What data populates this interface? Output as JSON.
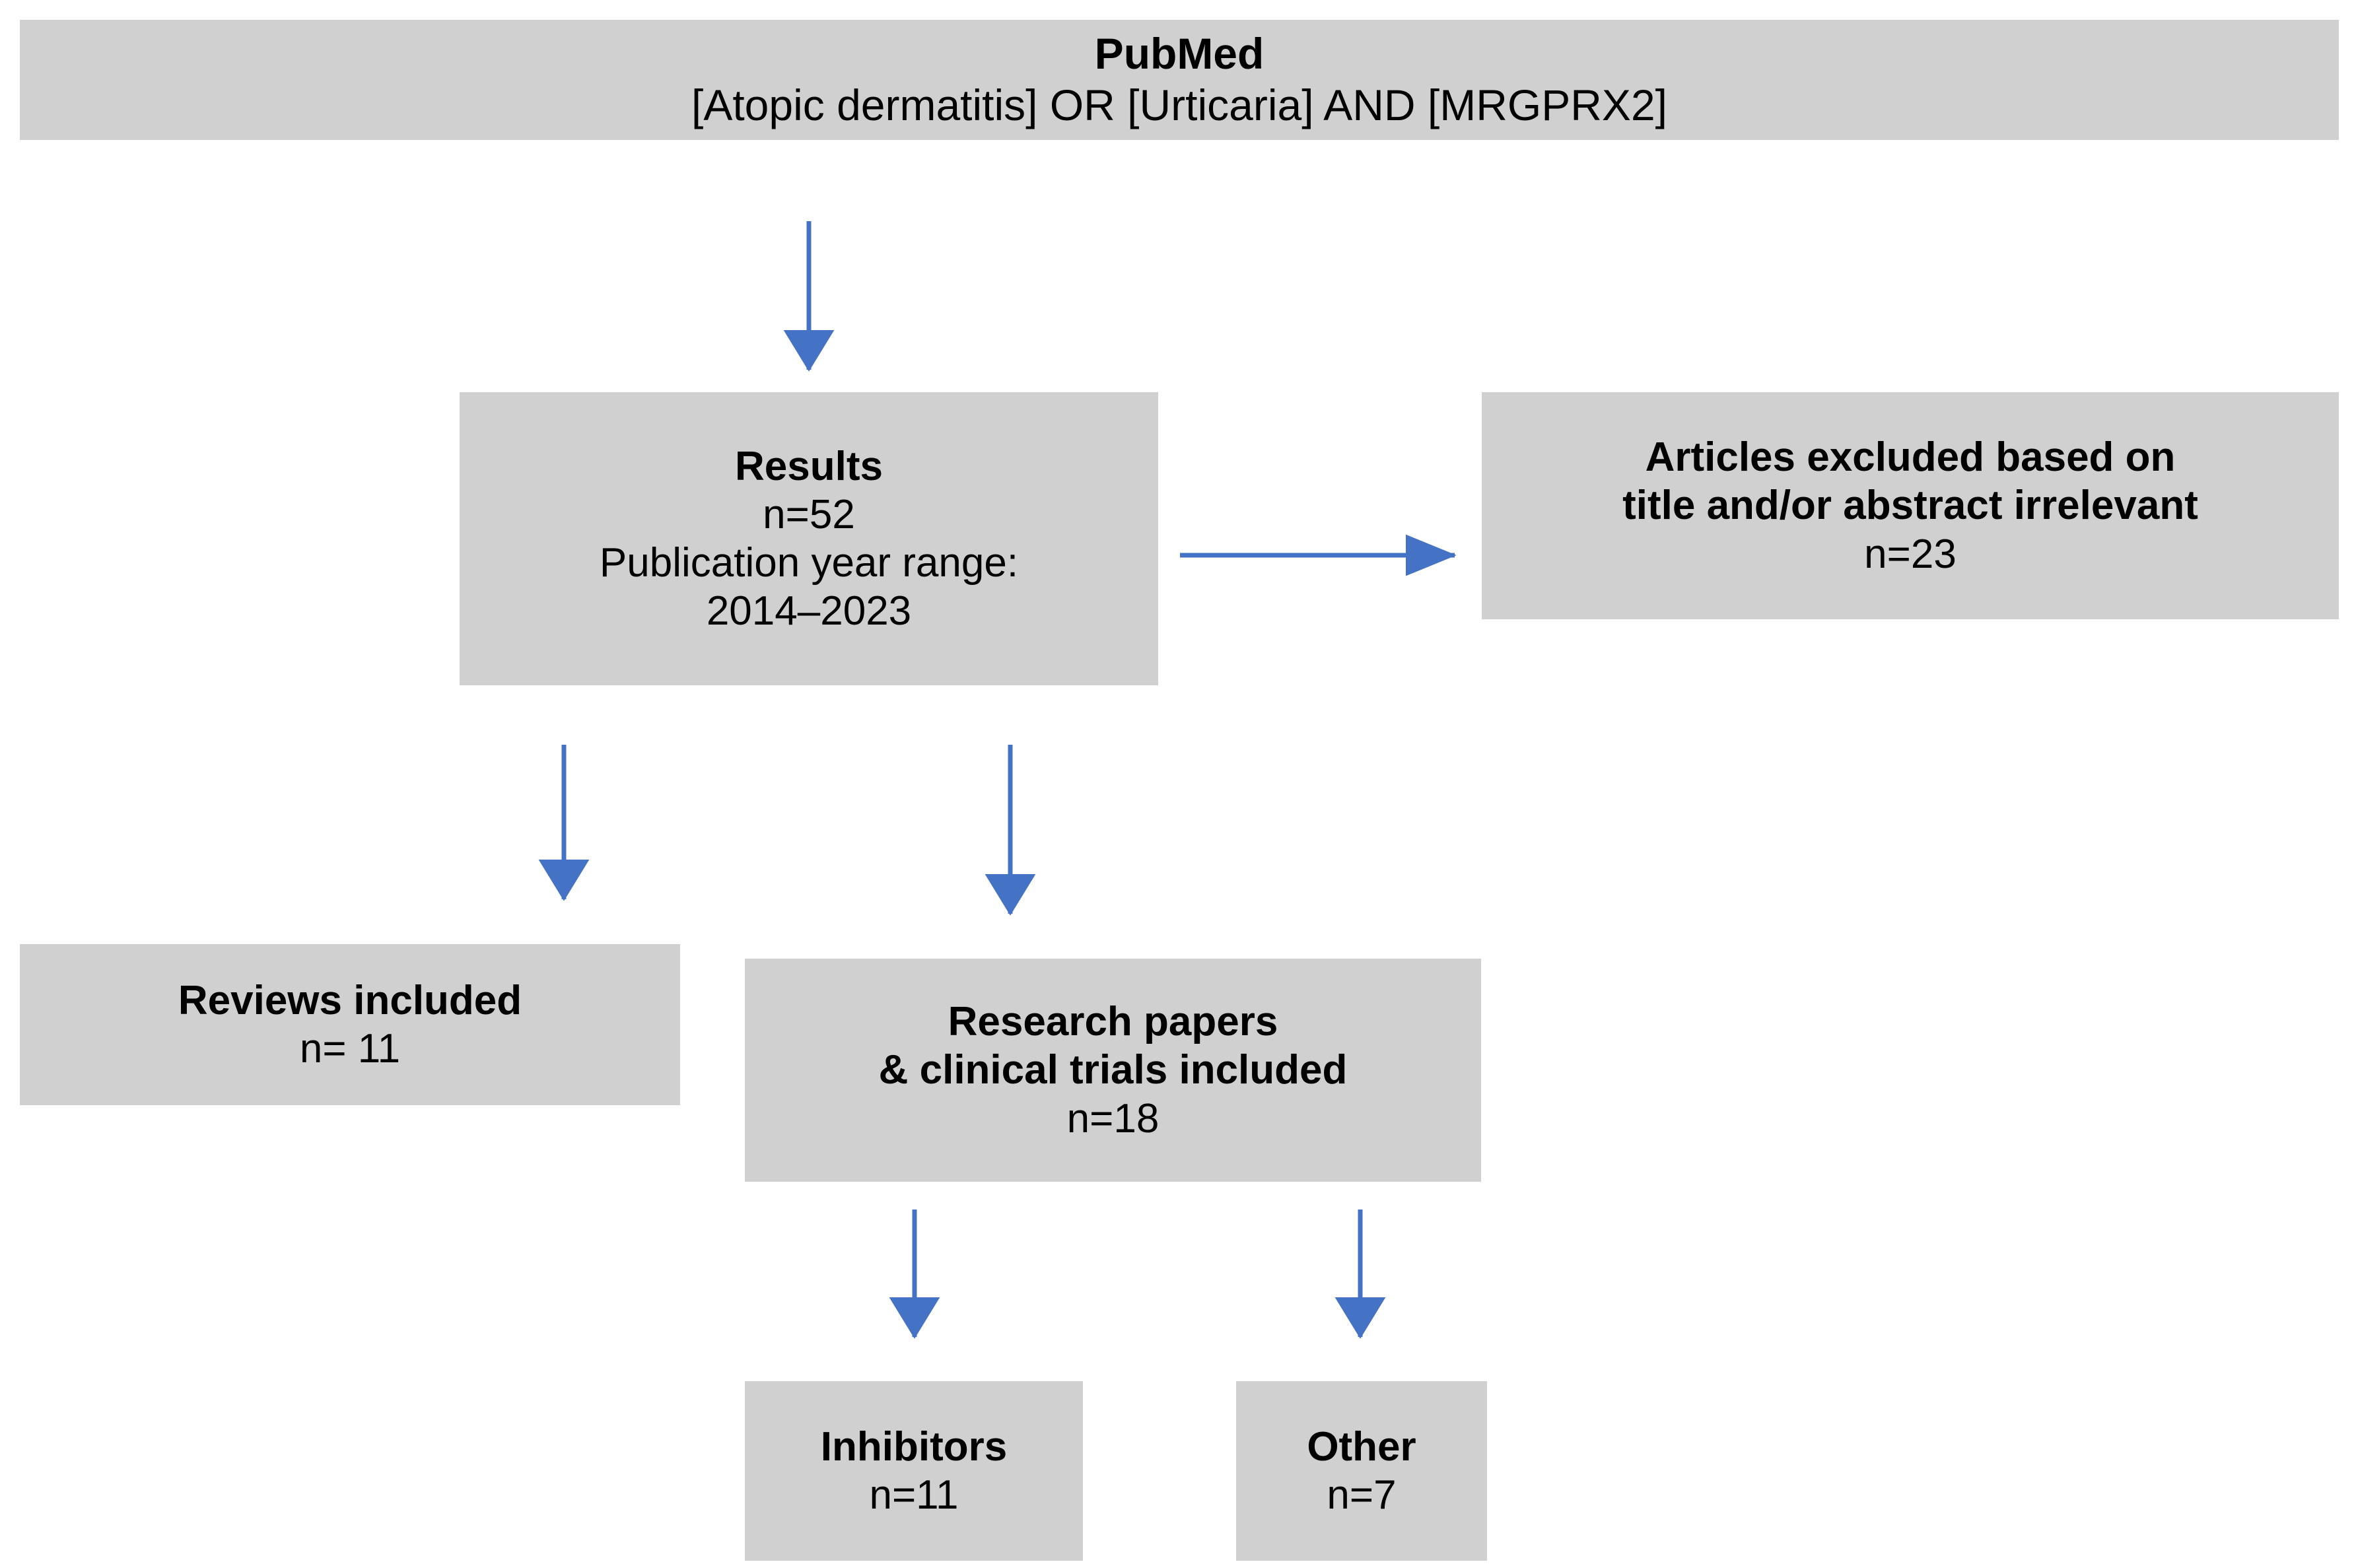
{
  "diagram": {
    "title": "PubMed literature search flowchart",
    "box_fill": "#d0d0d0",
    "arrow_color": "#4472c4",
    "text_color": "#000000",
    "nodes": {
      "pubmed": {
        "line1": "PubMed",
        "line2": "[Atopic dermatitis] OR [Urticaria] AND [MRGPRX2]"
      },
      "results": {
        "line1": "Results",
        "line2": "n=52",
        "line3": "Publication year range:",
        "line4": "2014–2023"
      },
      "excluded": {
        "line1": "Articles excluded based on",
        "line2": "title and/or abstract irrelevant",
        "line3": "n=23"
      },
      "reviews": {
        "line1": "Reviews included",
        "line2": "n= 11"
      },
      "research": {
        "line1": "Research papers",
        "line2": "& clinical trials included",
        "line3": "n=18"
      },
      "inhibitors": {
        "line1": "Inhibitors",
        "line2": "n=11"
      },
      "other": {
        "line1": "Other",
        "line2": "n=7"
      }
    },
    "edges": [
      {
        "name": "pubmed-to-results",
        "from": "pubmed",
        "to": "results",
        "direction": "down"
      },
      {
        "name": "results-to-excluded",
        "from": "results",
        "to": "excluded",
        "direction": "right"
      },
      {
        "name": "results-to-reviews",
        "from": "results",
        "to": "reviews",
        "direction": "down"
      },
      {
        "name": "results-to-research",
        "from": "results",
        "to": "research",
        "direction": "down"
      },
      {
        "name": "research-to-inhibitors",
        "from": "research",
        "to": "inhibitors",
        "direction": "down"
      },
      {
        "name": "research-to-other",
        "from": "research",
        "to": "other",
        "direction": "down"
      }
    ]
  },
  "chart_data": {
    "type": "diagram",
    "title": "PRISMA-style literature selection flow",
    "counts": {
      "results_total": 52,
      "publication_year_start": 2014,
      "publication_year_end": 2023,
      "excluded_title_abstract": 23,
      "reviews_included": 11,
      "research_and_trials_included": 18,
      "inhibitors": 11,
      "other": 7
    },
    "search": {
      "database": "PubMed",
      "query": "[Atopic dermatitis] OR [Urticaria] AND [MRGPRX2]"
    }
  }
}
